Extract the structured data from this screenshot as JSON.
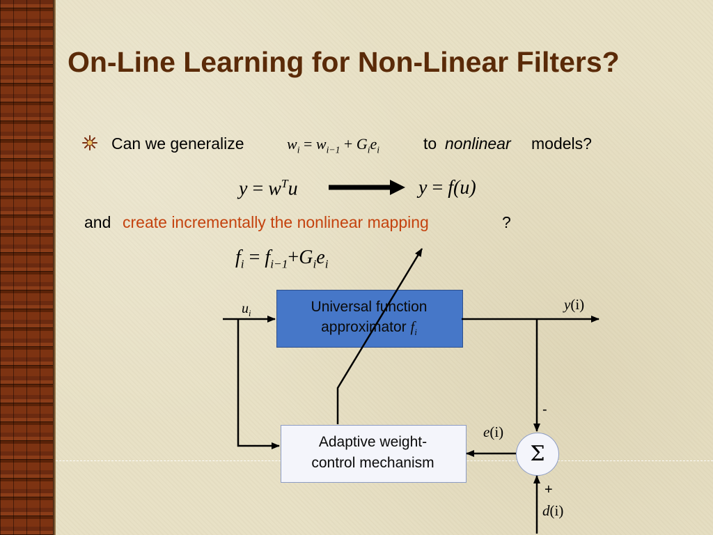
{
  "slide": {
    "title": "On-Line Learning for Non-Linear Filters?",
    "bullet": {
      "icon": "starburst-bullet-icon",
      "prefix": "Can we generalize",
      "mid": "to",
      "emphasis": "nonlinear",
      "suffix": "models?"
    },
    "second_line": {
      "prefix": "and",
      "highlight": "create incrementally the nonlinear mapping",
      "suffix": "?"
    },
    "colors": {
      "title": "#5a2a08",
      "highlight": "#c4420e",
      "blue_box": "#4677c8",
      "strip": "#6d2c10"
    }
  },
  "equations": {
    "linear_update": {
      "lhs": "w",
      "lhs_sub": "i",
      "eq": "=",
      "w": "w",
      "w_sub": "i−1",
      "plus": "+",
      "G": "G",
      "G_sub": "i",
      "e": "e",
      "e_sub": "i"
    },
    "linear_model": {
      "y": "y",
      "eq": "=",
      "w": "w",
      "sup": "T",
      "u": "u"
    },
    "nonlinear_model": {
      "y": "y",
      "eq": "=",
      "f": "f",
      "arg": "(u)"
    },
    "function_update": {
      "f": "f",
      "f_sub": "i",
      "eq": "=",
      "f2": "f",
      "f2_sub": "i−1",
      "plus": "+",
      "G": "G",
      "G_sub": "i",
      "e": "e",
      "e_sub": "i"
    }
  },
  "diagram": {
    "input_label": {
      "base": "u",
      "sub": "i"
    },
    "output_label": {
      "base": "y",
      "arg": "(i)"
    },
    "error_label": {
      "base": "e",
      "arg": "(i)"
    },
    "desired_label": {
      "base": "d",
      "arg": "(i)"
    },
    "approximator": {
      "line1": "Universal function",
      "line2": "approximator",
      "symbol": "f",
      "symbol_sub": "i"
    },
    "controller": {
      "line1": "Adaptive weight-",
      "line2": "control mechanism"
    },
    "summer_symbol": "Σ",
    "minus_sign": "-",
    "plus_sign": "+"
  }
}
